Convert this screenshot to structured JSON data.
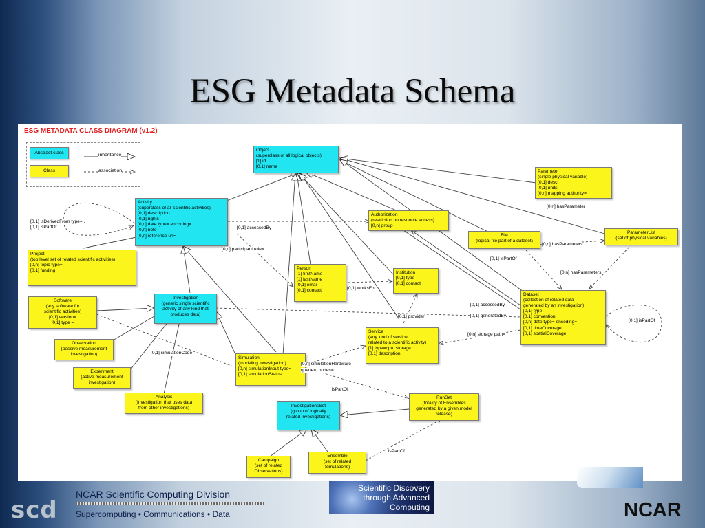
{
  "title": "ESG Metadata Schema",
  "diagram": {
    "heading": "ESG METADATA CLASS DIAGRAM (v1.2)",
    "legend": {
      "abstract_class": "Abstract class",
      "class": "Class",
      "inheritance": "inheritance",
      "association": "association"
    },
    "classes": {
      "object": [
        "Object",
        "(superclass of all logical objects)",
        "[1] id",
        "[0,1] name"
      ],
      "activity": [
        "Activity",
        "(superclass of all scientific activities)",
        "[0,1] description",
        "[0,1] rights",
        "[0,n] date type= encoding=",
        "[0,n] note",
        "[0,n] reference url="
      ],
      "investigation": [
        "Investigation",
        "(generic single scientific",
        "activity of any kind that",
        "produces data)"
      ],
      "project": [
        "Project",
        "(top level set of related scientific activities)",
        "[0,n] topic type=",
        "[0,1] funding"
      ],
      "software": [
        "Software",
        "(any software for",
        "scientific activities)",
        "[0,1] version=",
        "[0,1] type ="
      ],
      "observation": [
        "Observation",
        "(passive measurement",
        "investigation)"
      ],
      "experiment": [
        "Experiment",
        "(active measurement",
        "investigation)"
      ],
      "analysis": [
        "Analysis",
        "(Investigation that uses data",
        "from other investigations)"
      ],
      "simulation": [
        "Simulation",
        "(modeling investigation)",
        "[0,n] simulationInput type=",
        "[0,1] simulationStatus"
      ],
      "investigations_set": [
        "InvestigationsSet",
        "(group of logically",
        "related investigations)"
      ],
      "campaign": [
        "Campaign",
        "(set of related",
        "Observations)"
      ],
      "ensemble": [
        "Ensemble",
        "(set of related",
        "Simulations)"
      ],
      "runset": [
        "RunSet",
        "(totality of Ensembles",
        "generated by a given model",
        "release)"
      ],
      "authorization": [
        "Authorization",
        "(restriction on resource access)",
        "[0,n] group"
      ],
      "person": [
        "Person",
        "[1] firstName",
        "[1] lastName",
        "[0,1] email",
        "[0,1] contact"
      ],
      "institution": [
        "Institution",
        "[0,1] type",
        "[0,1] contact"
      ],
      "service": [
        "Service",
        "(any kind of service",
        "related to a scientific activity)",
        "[1] type=cpu, storage",
        "[0,1] description"
      ],
      "parameter": [
        "Parameter",
        "(single physical variable)",
        "[0,1] desc",
        "[0,1] units",
        "[0,n] mapping authority="
      ],
      "file": [
        "File",
        "(logical file part of a dataset)"
      ],
      "parameter_list": [
        "ParameterList",
        "(set of physical variables)"
      ],
      "dataset": [
        "Dataset",
        "(collection of related data",
        "generated by an investigation)",
        "[0,1] type",
        "[0,1] convention",
        "[0,n] date type= encoding=",
        "[0,1] timeCoverage",
        "[0,1] spatialCoverage"
      ]
    },
    "labels": {
      "is_derived_from": "[0,1] isDerivedFrom type= ,",
      "is_part_of_self": "[0,1] isPartOf",
      "accessed_by_activity": "[0,1] accessedBy",
      "participant_role": "[0,n] participant role=",
      "works_for": "[0,1] worksFor",
      "provider": "[0,1] provider",
      "simulation_code": "[0,1] simulationCode",
      "simulation_hardware_1": "[0,n] simulationHardware",
      "simulation_hardware_2": "queue=, nodes=",
      "is_part_of_1": "isPartOf",
      "is_part_of_2": "isPartOf",
      "has_parameter": "[0,n] hasParameter",
      "has_parameters_file": "[0,n] hasParameters",
      "file_is_part_of": "[0,1] isPartOf",
      "has_parameters_dataset": "[0,n] hasParameters",
      "accessed_by_dataset": "[0,1] accessedBy",
      "generated_by": "[0,1] generatedBy",
      "storage_path": "[0,n] storage path=",
      "dataset_is_part_of": "[0,1] isPartOf"
    }
  },
  "footer": {
    "logo": "scd",
    "division": "NCAR Scientific Computing Division",
    "tagline": "Supercomputing • Communications • Data",
    "badge": [
      "Scientific Discovery",
      "through Advanced",
      "Computing"
    ],
    "org": "NCAR"
  }
}
